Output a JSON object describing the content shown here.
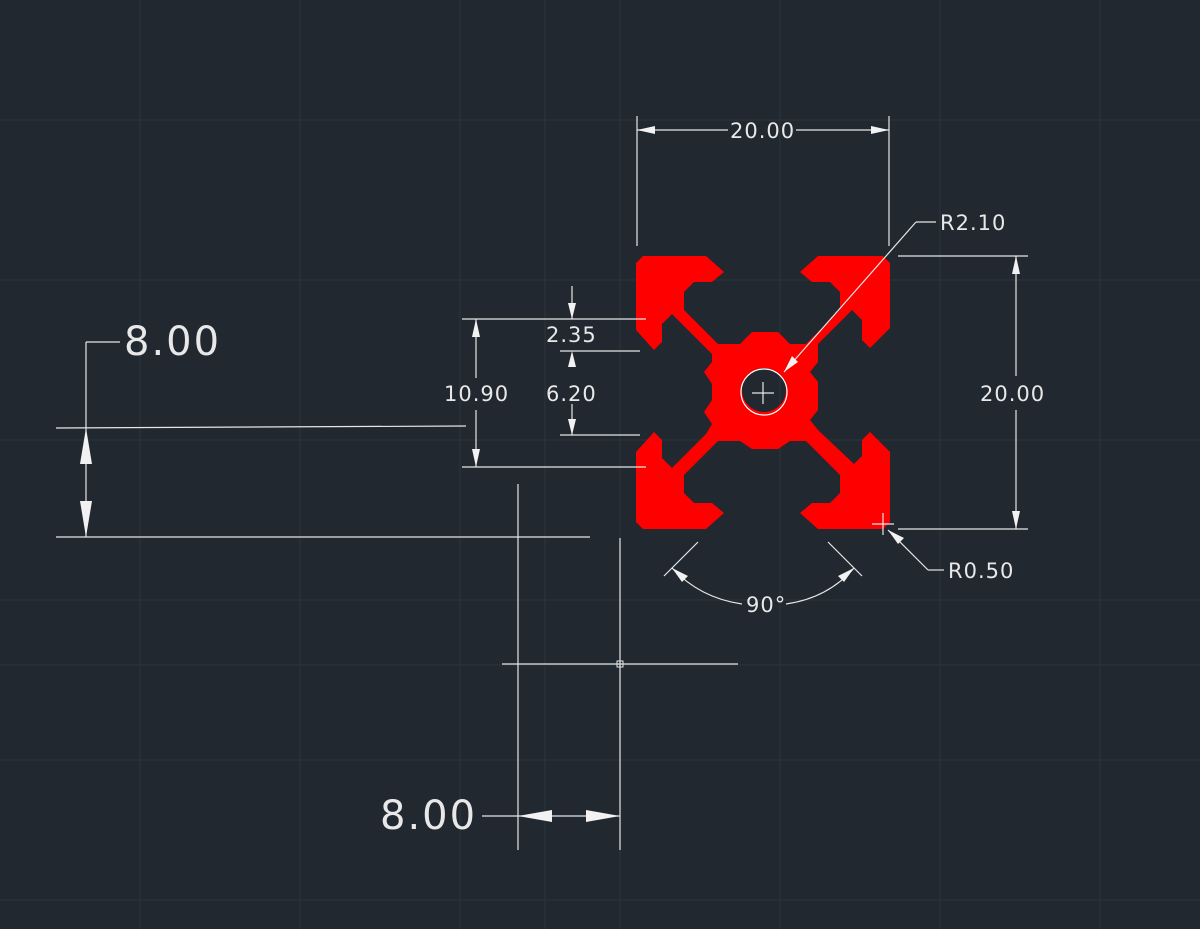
{
  "drawing": {
    "colors": {
      "background": "#212830",
      "grid": "#2c333d",
      "dimension_lines": "#e6e6e6",
      "profile_fill": "#ff0000"
    },
    "shape": "20x20 aluminum extrusion profile cross-section",
    "dimensions": {
      "overall_width": "20.00",
      "overall_height": "20.00",
      "center_hole_radius": "R2.10",
      "corner_radius": "R0.50",
      "slot_lip": "2.35",
      "slot_opening": "6.20",
      "slot_depth_outer": "10.90",
      "slot_angle": "90°",
      "offset_vertical": "8.00",
      "offset_horizontal": "8.00"
    }
  }
}
